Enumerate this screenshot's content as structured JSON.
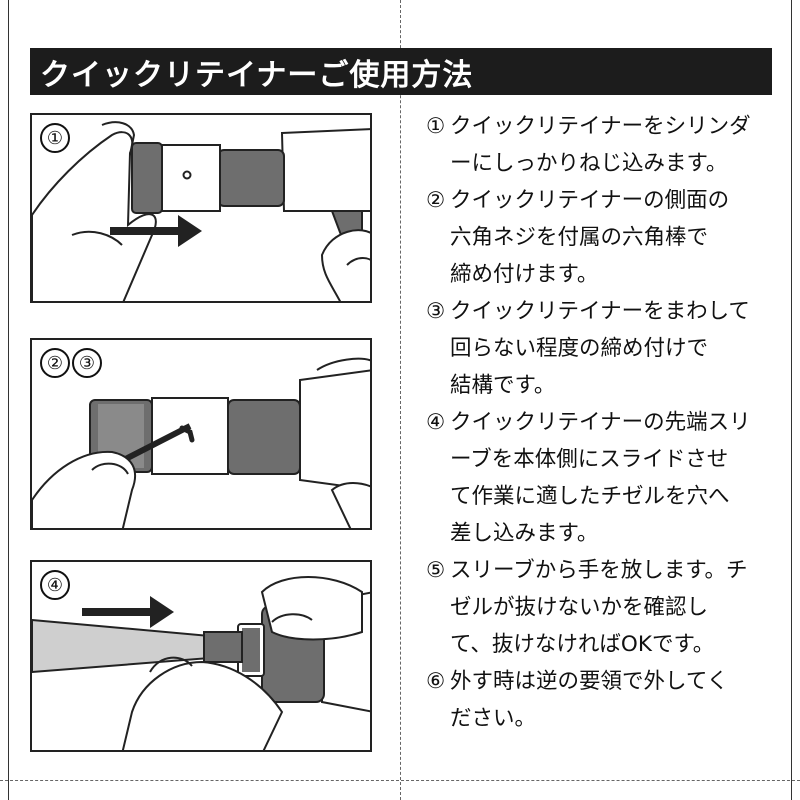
{
  "title": "クイックリテイナーご使用方法",
  "panels": [
    {
      "tags": [
        "①"
      ]
    },
    {
      "tags": [
        "②",
        "③"
      ]
    },
    {
      "tags": [
        "④"
      ]
    }
  ],
  "steps": [
    {
      "num": "①",
      "lines": [
        "クイックリテイナーをシリンダ",
        "ーにしっかりねじ込みます。"
      ]
    },
    {
      "num": "②",
      "lines": [
        "クイックリテイナーの側面の",
        "六角ネジを付属の六角棒で",
        "締め付けます。"
      ]
    },
    {
      "num": "③",
      "lines": [
        "クイックリテイナーをまわして",
        "回らない程度の締め付けで",
        "結構です。"
      ]
    },
    {
      "num": "④",
      "lines": [
        "クイックリテイナーの先端スリ",
        "ーブを本体側にスライドさせ",
        "て作業に適したチゼルを穴へ",
        "差し込みます。"
      ]
    },
    {
      "num": "⑤",
      "lines": [
        "スリーブから手を放します。チ",
        "ゼルが抜けないかを確認し",
        "て、抜けなければOKです。"
      ]
    },
    {
      "num": "⑥",
      "lines": [
        "外す時は逆の要領で外してく",
        "ださい。"
      ]
    }
  ]
}
